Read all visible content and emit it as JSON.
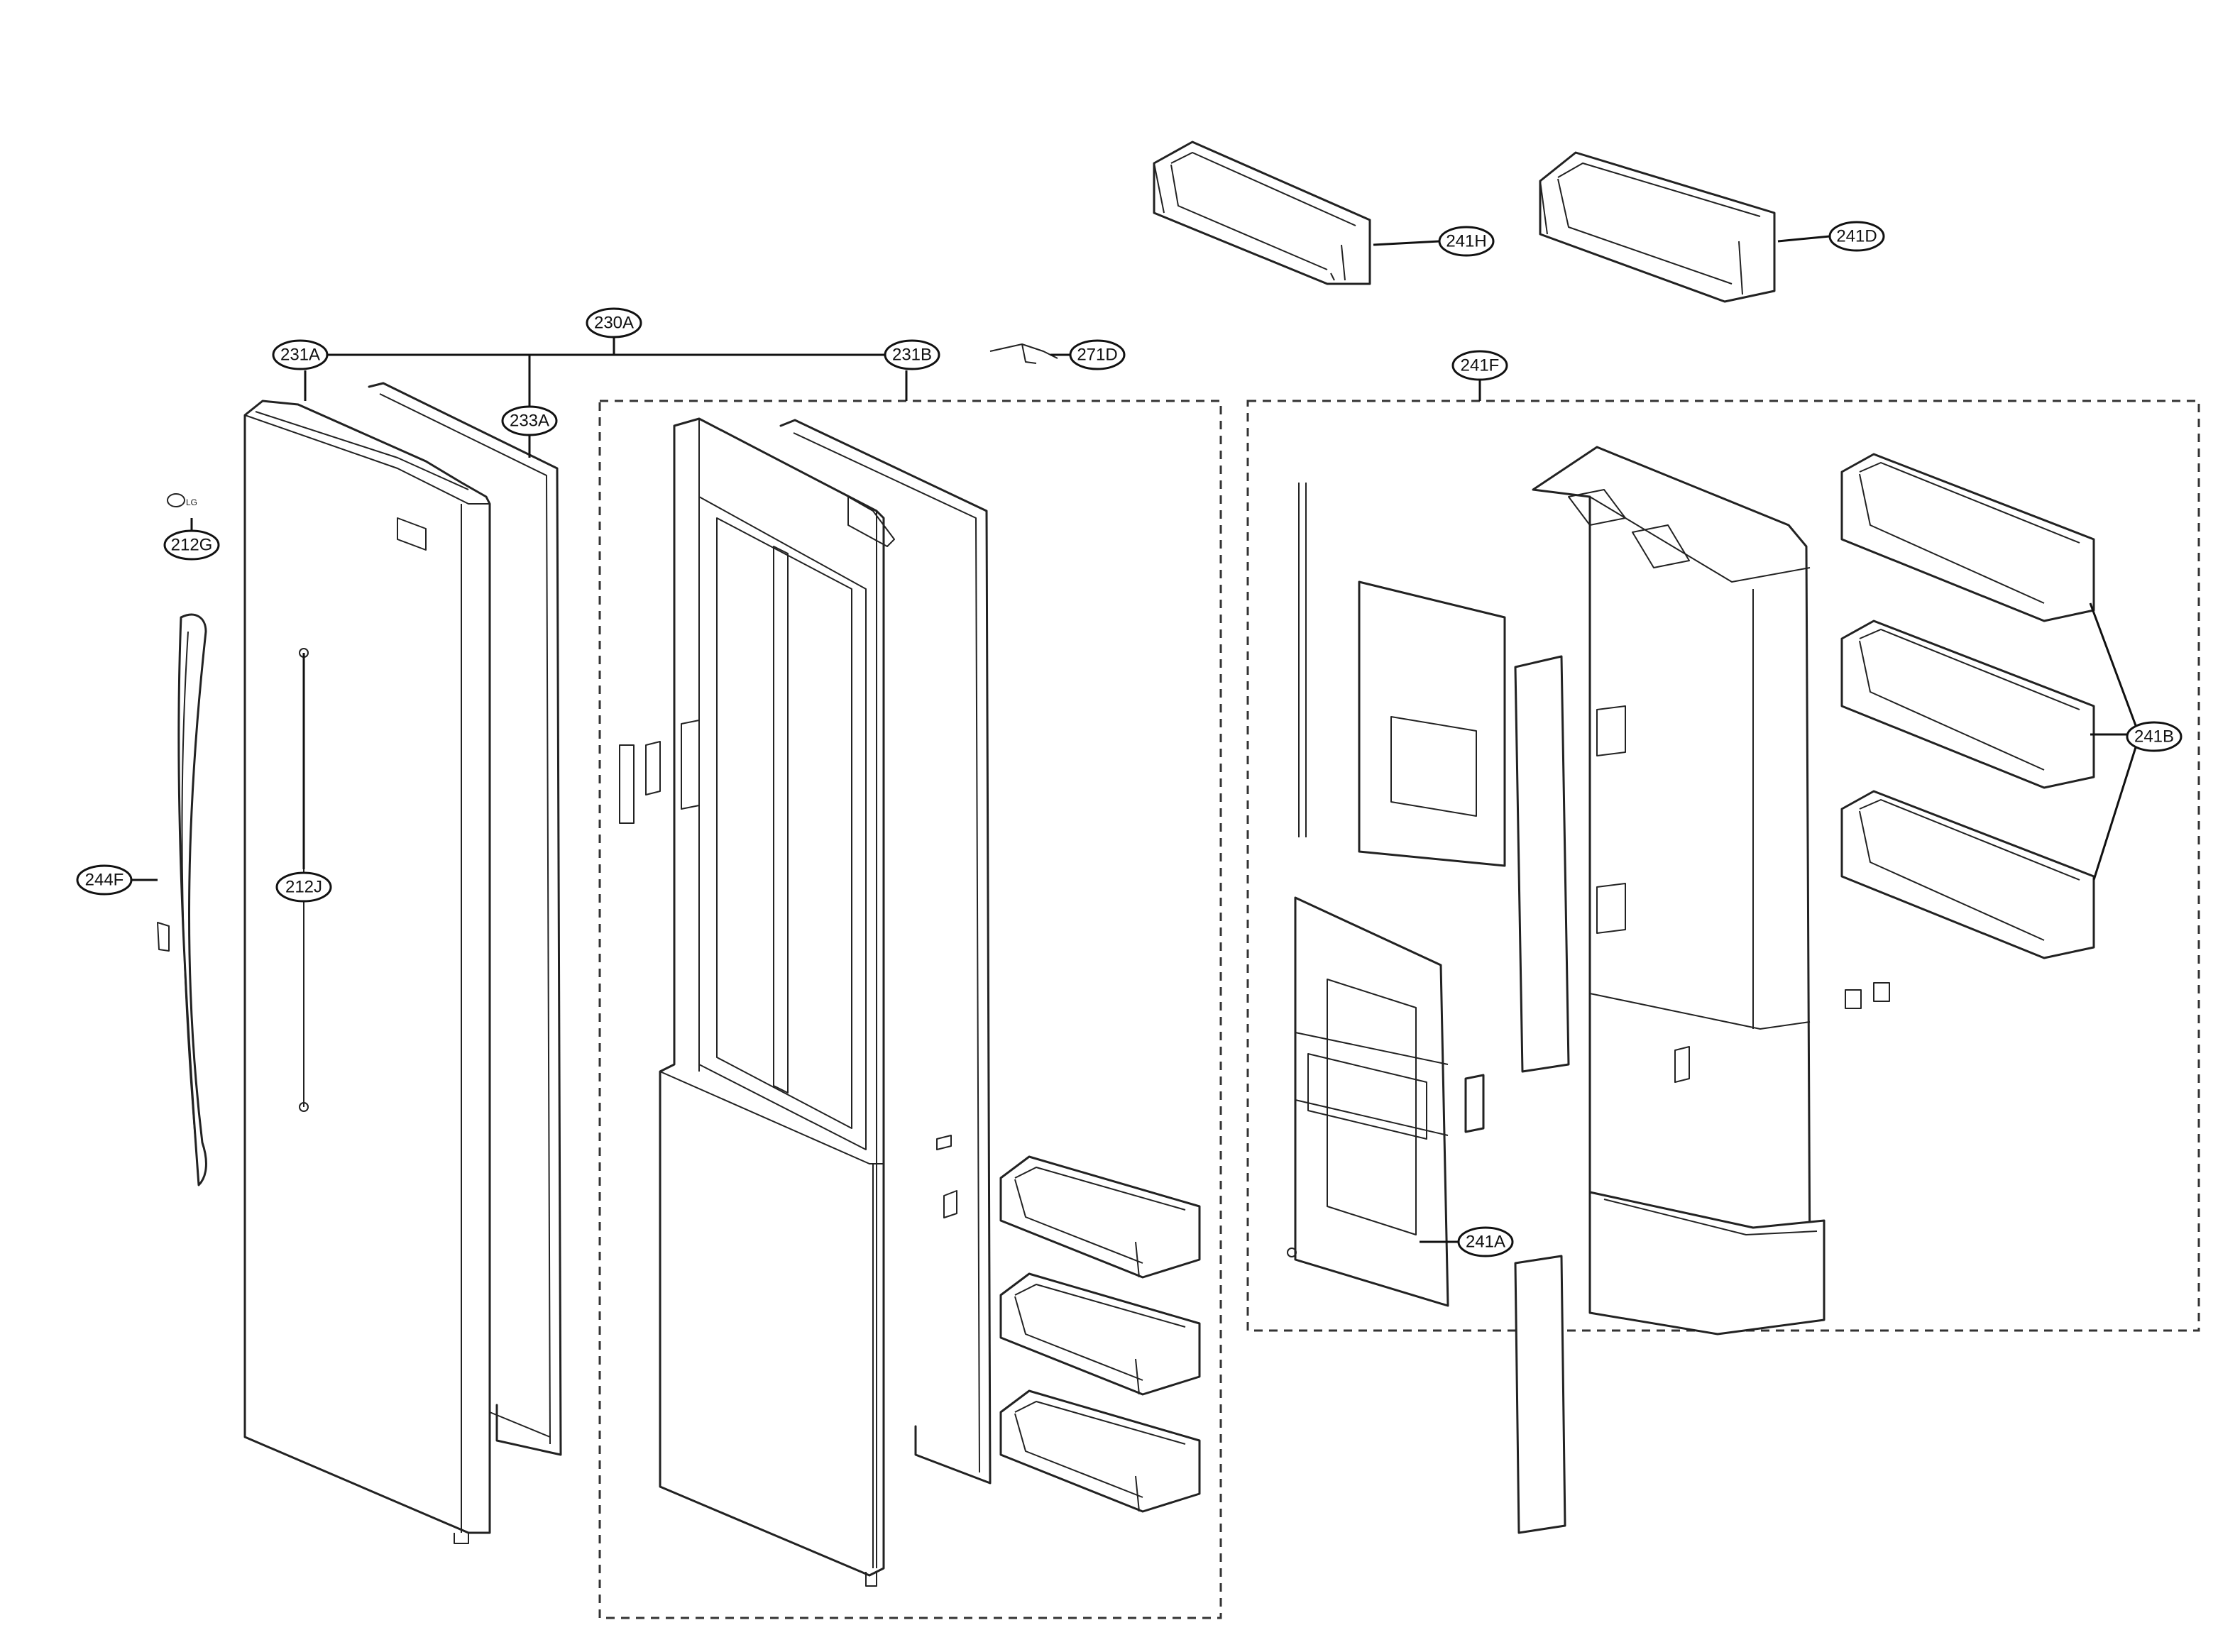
{
  "callouts": {
    "c230A": "230A",
    "c231A": "231A",
    "c231B": "231B",
    "c233A": "233A",
    "c271D": "271D",
    "c212G": "212G",
    "c244F": "244F",
    "c212J": "212J",
    "c241H": "241H",
    "c241D": "241D",
    "c241F": "241F",
    "c241B": "241B",
    "c241A": "241A"
  },
  "logo": {
    "text": "LG"
  },
  "colors": {
    "line": "#222222",
    "background": "#ffffff"
  }
}
